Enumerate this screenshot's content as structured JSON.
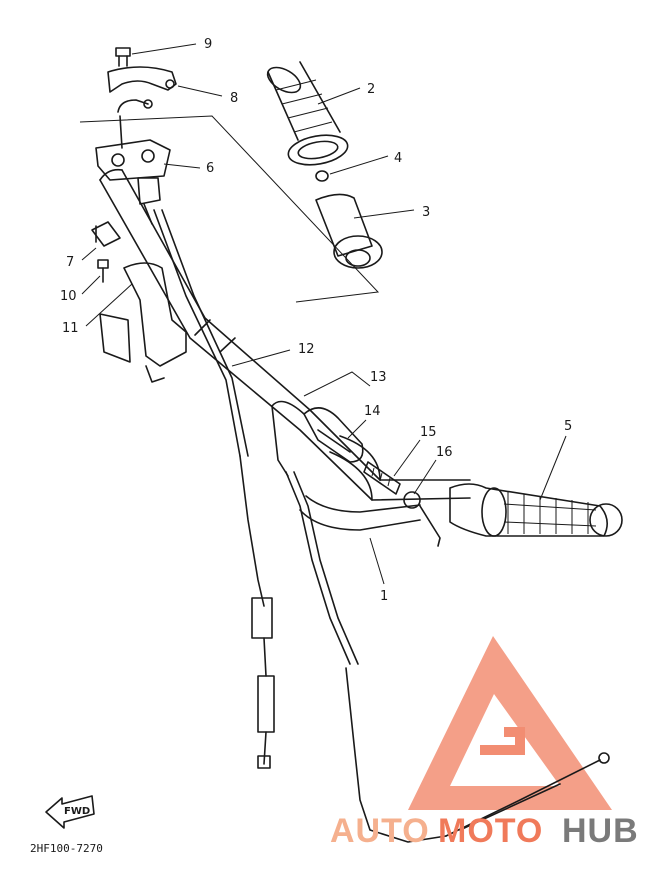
{
  "callouts": [
    {
      "id": "c9",
      "label": "9"
    },
    {
      "id": "c8",
      "label": "8"
    },
    {
      "id": "c2",
      "label": "2"
    },
    {
      "id": "c6",
      "label": "6"
    },
    {
      "id": "c4",
      "label": "4"
    },
    {
      "id": "c3",
      "label": "3"
    },
    {
      "id": "c7",
      "label": "7"
    },
    {
      "id": "c10",
      "label": "10"
    },
    {
      "id": "c11",
      "label": "11"
    },
    {
      "id": "c12",
      "label": "12"
    },
    {
      "id": "c13",
      "label": "13"
    },
    {
      "id": "c14",
      "label": "14"
    },
    {
      "id": "c5",
      "label": "5"
    },
    {
      "id": "c15",
      "label": "15"
    },
    {
      "id": "c16",
      "label": "16"
    },
    {
      "id": "c1",
      "label": "1"
    }
  ],
  "fwd_label": "FWD",
  "diagram_code": "2HF100-7270",
  "watermark": {
    "part1": "AUTO",
    "part2": "MOTO",
    "part3": "HUB",
    "color_primary": "#f07a5a",
    "color_secondary": "#f5b08e",
    "color_dark": "#7a7a7a"
  }
}
